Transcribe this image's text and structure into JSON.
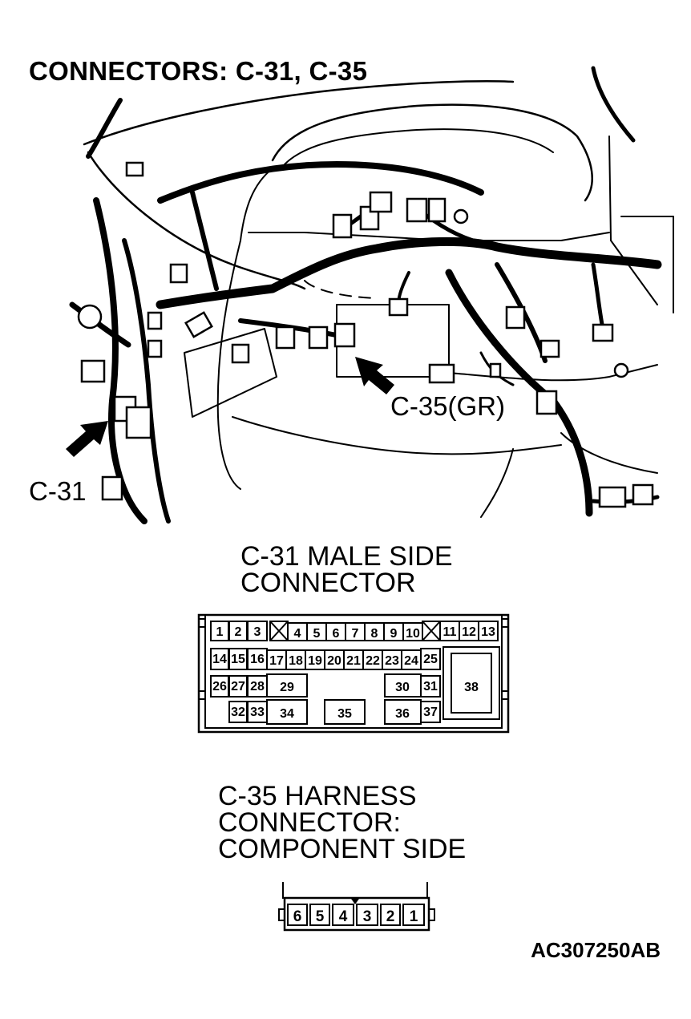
{
  "title": "CONNECTORS: C-31, C-35",
  "callouts": {
    "c35": "C-35(GR)",
    "c31": "C-31"
  },
  "c31_heading": {
    "line1": "C-31 MALE SIDE",
    "line2": "CONNECTOR"
  },
  "c35_heading": {
    "line1": "C-35 HARNESS",
    "line2": "CONNECTOR:",
    "line3": "COMPONENT SIDE"
  },
  "c31_pins": {
    "p1": "1",
    "p2": "2",
    "p3": "3",
    "p4": "4",
    "p5": "5",
    "p6": "6",
    "p7": "7",
    "p8": "8",
    "p9": "9",
    "p10": "10",
    "p11": "11",
    "p12": "12",
    "p13": "13",
    "p14": "14",
    "p15": "15",
    "p16": "16",
    "p17": "17",
    "p18": "18",
    "p19": "19",
    "p20": "20",
    "p21": "21",
    "p22": "22",
    "p23": "23",
    "p24": "24",
    "p25": "25",
    "p26": "26",
    "p27": "27",
    "p28": "28",
    "p29": "29",
    "p30": "30",
    "p31": "31",
    "p32": "32",
    "p33": "33",
    "p34": "34",
    "p35": "35",
    "p36": "36",
    "p37": "37",
    "p38": "38"
  },
  "c35_pins": {
    "p1": "1",
    "p2": "2",
    "p3": "3",
    "p4": "4",
    "p5": "5",
    "p6": "6"
  },
  "figure_id": "AC307250AB"
}
